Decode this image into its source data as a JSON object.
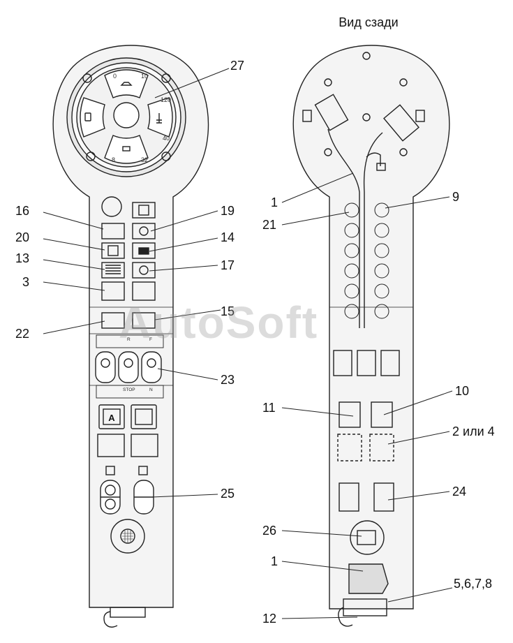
{
  "title": "Вид сзади",
  "watermark": "AutoSoft",
  "front_callouts": [
    "27",
    "16",
    "19",
    "20",
    "14",
    "13",
    "17",
    "3",
    "15",
    "22",
    "23",
    "25"
  ],
  "rear_callouts": [
    "1",
    "9",
    "21",
    "10",
    "11",
    "2 или 4",
    "24",
    "26",
    "1",
    "5,6,7,8",
    "12"
  ],
  "gauges": {
    "top": [
      "0",
      "10"
    ],
    "right": [
      "120",
      "40"
    ],
    "bottom": [
      "8",
      "32"
    ]
  },
  "switch_labels": {
    "letter_r": "R",
    "letter_f": "F",
    "stop": "STOP",
    "letter_n": "N",
    "auto_button": "A"
  },
  "icons": {
    "fuel": "fuel-pump-icon",
    "coolant": "coolant-temperature-icon",
    "battery": "battery-icon",
    "oil": "oil-can-icon"
  },
  "colors": {
    "line": "#222222",
    "panel": "#efefef",
    "ring": "#e6e6e6"
  }
}
